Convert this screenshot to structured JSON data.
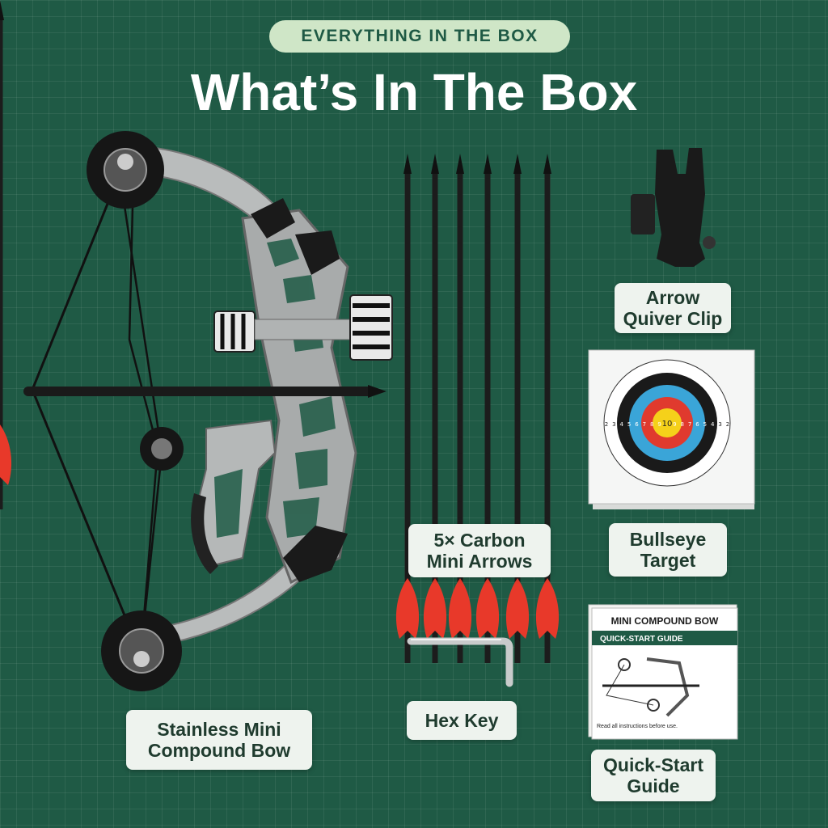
{
  "header": {
    "badge": "EVERYTHING IN THE BOX",
    "title": "What’s In The Box"
  },
  "items": {
    "bow": {
      "line1": "Stainless Mini",
      "line2": "Compound Bow"
    },
    "arrows": {
      "line1": "5× Carbon",
      "line2": "Mini Arrows"
    },
    "quiver": {
      "line1": "Arrow",
      "line2": "Quiver Clip"
    },
    "target": {
      "line1": "Bullseye",
      "line2": "Target",
      "ring_numbers": [
        "2",
        "3",
        "4",
        "5",
        "6",
        "7",
        "8",
        "9",
        "10",
        "9",
        "8",
        "7",
        "6",
        "5",
        "4",
        "3",
        "2"
      ]
    },
    "hexkey": {
      "line1": "Hex Key"
    },
    "guide": {
      "line1": "Quick-Start",
      "line2": "Guide",
      "booklet_title": "MINI COMPOUND BOW",
      "booklet_subtitle": "QUICK-START GUIDE",
      "booklet_note": "Read all instructions before use."
    }
  },
  "colors": {
    "background": "#1f5a45",
    "badge_bg": "#cfe6c7",
    "label_bg": "#eef3ee",
    "fletching": "#e8392a"
  }
}
